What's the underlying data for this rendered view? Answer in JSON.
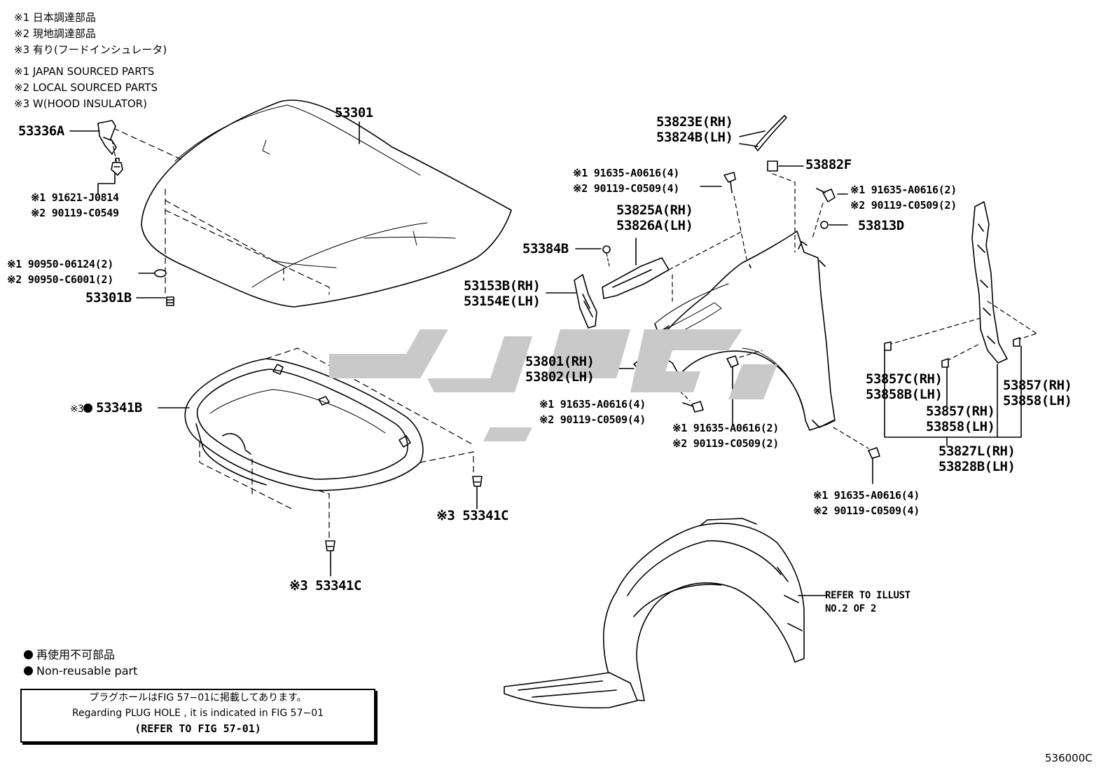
{
  "notes": {
    "jp": [
      "※1 日本調達部品",
      "※2 現地調達部品",
      "※3 有り(フードインシュレータ)"
    ],
    "en": [
      "※1 JAPAN SOURCED PARTS",
      "※2 LOCAL SOURCED PARTS",
      "※3 W(HOOD INSULATOR)"
    ]
  },
  "parts": {
    "hood": "53301",
    "hinge": "53336A",
    "bolt_jp": "※1 91621-J0814",
    "bolt_local": "※2 90119-C0549",
    "clip_jp": "※1 90950-06124(2)",
    "clip_local": "※2 90950-C6001(2)",
    "cushion": "53301B",
    "insulator_mark": "※3",
    "insulator": "53341B",
    "insulator_clip_a": "※3 53341C",
    "insulator_clip_b": "※3 53341C",
    "seal_rh": "53823E(RH)",
    "seal_lh": "53824B(LH)",
    "fender_clip": "53882F",
    "fender_bolt_top_jp": "※1 91635-A0616(4)",
    "fender_bolt_top_local": "※2 90119-C0509(4)",
    "fender_bolt_right_jp": "※1 91635-A0616(2)",
    "fender_bolt_right_local": "※2 90119-C0509(2)",
    "grommet": "53813D",
    "bracket_a_rh": "53825A(RH)",
    "bracket_a_lh": "53826A(LH)",
    "small_clip": "53384B",
    "bracket_b_rh": "53153B(RH)",
    "bracket_b_lh": "53154E(LH)",
    "fender_rh": "53801(RH)",
    "fender_lh": "53802(LH)",
    "fender_bolt_low_jp": "※1 91635-A0616(4)",
    "fender_bolt_low_local": "※2 90119-C0509(4)",
    "fender_bolt_mid_jp": "※1 91635-A0616(2)",
    "fender_bolt_mid_local": "※2 90119-C0509(2)",
    "fender_bolt_bottom_jp": "※1 91635-A0616(4)",
    "fender_bolt_bottom_local": "※2 90119-C0509(4)",
    "seal_clip_c_rh": "53857C(RH)",
    "seal_clip_c_lh": "53858B(LH)",
    "seal_clip_rh": "53857(RH)",
    "seal_clip_lh": "53858(LH)",
    "seal_clip_r_rh": "53857(RH)",
    "seal_clip_r_lh": "53858(LH)",
    "panel_seal_rh": "53827L(RH)",
    "panel_seal_lh": "53828B(LH)"
  },
  "liner_ref": [
    "REFER TO ILLUST",
    "NO.2 OF 2"
  ],
  "legend": {
    "jp": "再使用不可部品",
    "en": "Non-reusable part"
  },
  "refbox": [
    "プラグホールはFIG 57−01に掲載してあります。",
    "Regarding  PLUG  HOLE , it is indicated in FIG  57−01",
    "(REFER TO FIG 57-01)"
  ],
  "figure_id": "536000C",
  "watermark_color": "#c9c9c9"
}
